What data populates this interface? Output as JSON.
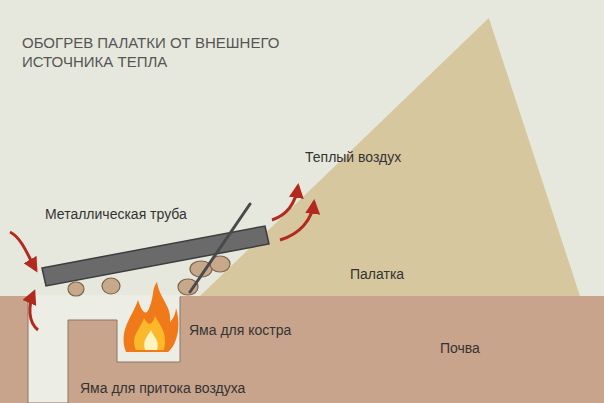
{
  "diagram": {
    "title": "ОБОГРЕВ ПАЛАТКИ ОТ ВНЕШНЕГО ИСТОЧНИКА ТЕПЛА",
    "nodes": [
      {
        "text": [
          "Теплый воздух",
          "Палатка"
        ]
      },
      {
        "text": [
          "Почва"
        ]
      }
    ],
    "labels": [
      "Металлическая труба",
      "Яма для костра",
      "Яма для притока воздуха"
    ]
  }
}
